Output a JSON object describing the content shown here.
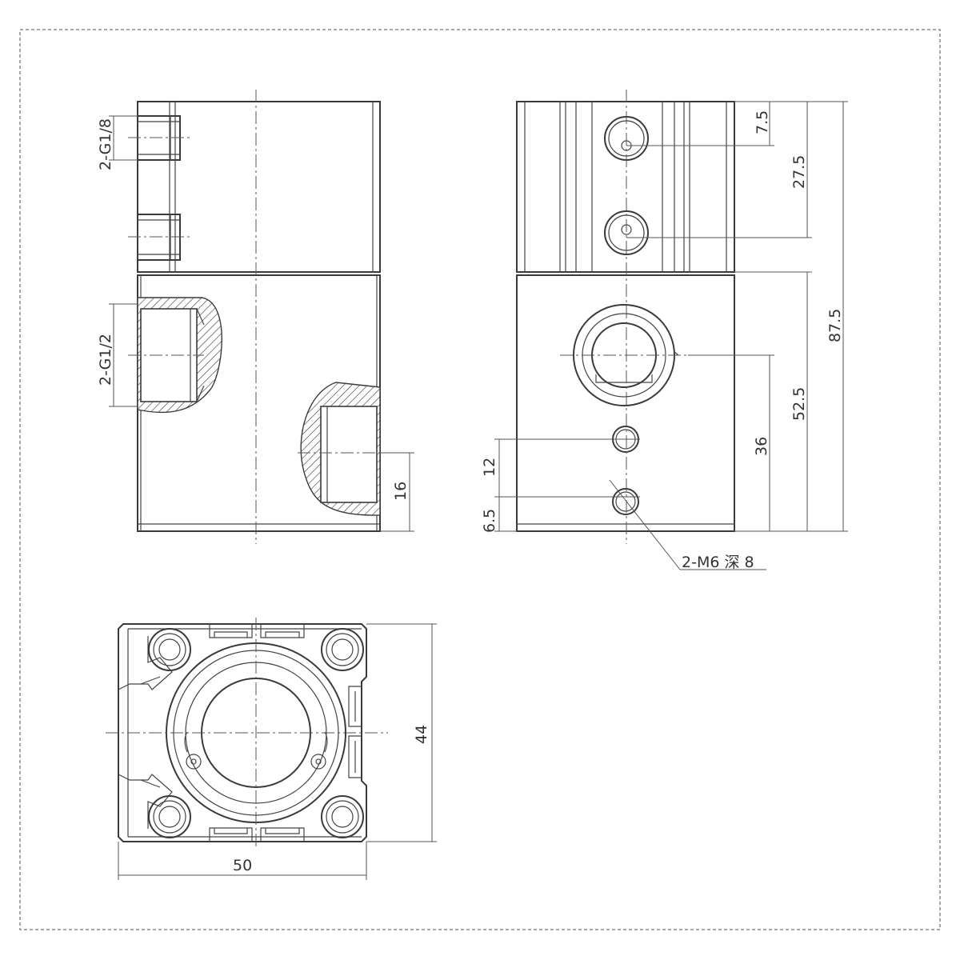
{
  "labels": {
    "port_g18": "2-G1/8",
    "port_g12": "2-G1/2",
    "dim_16": "16",
    "dim_7_5": "7.5",
    "dim_27_5": "27.5",
    "dim_87_5": "87.5",
    "dim_52_5": "52.5",
    "dim_36": "36",
    "dim_12": "12",
    "dim_6_5": "6.5",
    "thread_note": "2-M6 深 8",
    "dim_44": "44",
    "dim_50": "50"
  }
}
